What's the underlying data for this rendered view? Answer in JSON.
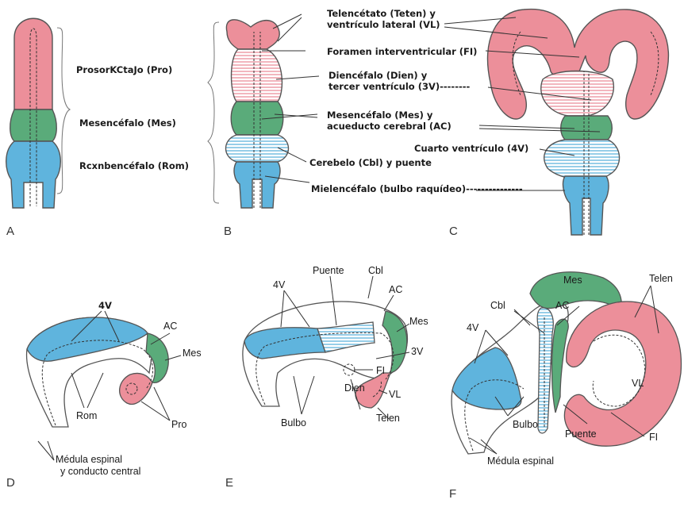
{
  "colors": {
    "pink": "#ec8f9a",
    "green": "#5aab7a",
    "blue": "#5fb4dd",
    "outline": "#555555",
    "text": "#1a1a1a"
  },
  "panels": [
    "A",
    "B",
    "C",
    "D",
    "E",
    "F"
  ],
  "labels_abc": {
    "pro": "ProsorKCtaJo (Pro)",
    "mes": "Mesencéfalo (Mes)",
    "rom": "Rcxnbencéfalo (Rom)",
    "telen_1": "Telencétato (Teten) y",
    "telen_2": "ventrículo lateral (VL)",
    "fi": "Foramen interventricular (FI)",
    "dien_1": "Diencéfalo (Dien) y",
    "dien_2": "tercer ventrículo (3V)--------",
    "mes_1": "Mesencéfalo (Mes) y",
    "mes_2": "acueducto cerebral (AC)",
    "cv": "Cuarto ventrículo (4V)",
    "cbl": "Cerebelo (Cbl) y puente",
    "miel": "Mielencéfalo (bulbo raquídeo)---------------"
  },
  "labels_d": {
    "4v": "4V",
    "ac": "AC",
    "mes": "Mes",
    "rom": "Rom",
    "pro": "Pro",
    "med_1": "Médula espinal",
    "med_2": "y conducto central"
  },
  "labels_e": {
    "4v": "4V",
    "puente": "Puente",
    "cbl": "Cbl",
    "ac": "AC",
    "mes": "Mes",
    "3v": "3V",
    "fi": "FI",
    "dien": "Dien",
    "vl": "VL",
    "bulbo": "Bulbo",
    "telen": "Telen"
  },
  "labels_f": {
    "mes": "Mes",
    "telen": "Telen",
    "cbl": "Cbl",
    "ac": "AC",
    "4v": "4V",
    "vl": "VL",
    "bulbo": "Bulbo",
    "puente": "Puente",
    "fi": "FI",
    "med": "Médula espinal"
  }
}
